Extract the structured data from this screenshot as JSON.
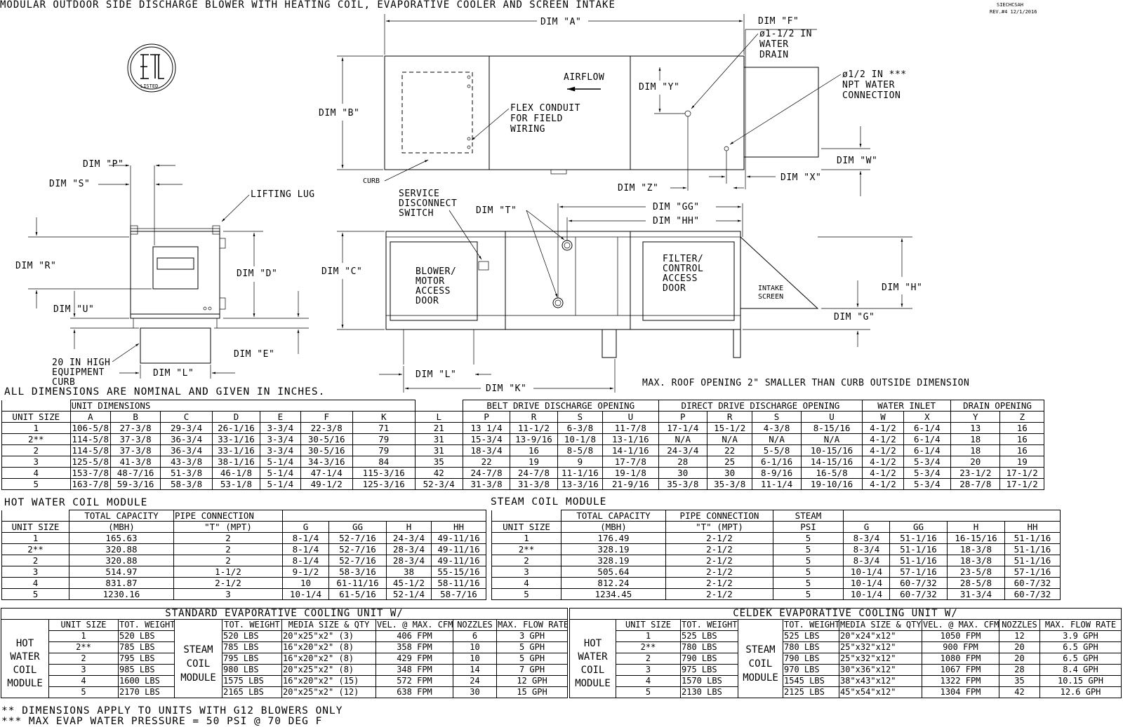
{
  "title": "MODULAR OUTDOOR SIDE DISCHARGE BLOWER WITH HEATING COIL, EVAPORATIVE COOLER AND SCREEN INTAKE",
  "doc_id": "SIECHCSAH",
  "revision": "REV.#4   12/1/2016",
  "listed_mark": "LISTED",
  "drawing_labels": {
    "dim_a": "DIM \"A\"",
    "dim_b": "DIM \"B\"",
    "dim_c": "DIM \"C\"",
    "dim_d": "DIM \"D\"",
    "dim_e": "DIM \"E\"",
    "dim_f": "DIM \"F\"",
    "dim_g": "DIM \"G\"",
    "dim_h": "DIM \"H\"",
    "dim_k": "DIM \"K\"",
    "dim_l": "DIM \"L\"",
    "dim_p": "DIM \"P\"",
    "dim_r": "DIM \"R\"",
    "dim_s": "DIM \"S\"",
    "dim_t": "DIM \"T\"",
    "dim_u": "DIM \"U\"",
    "dim_w": "DIM \"W\"",
    "dim_x": "DIM \"X\"",
    "dim_y": "DIM \"Y\"",
    "dim_z": "DIM \"Z\"",
    "dim_gg": "DIM \"GG\"",
    "dim_hh": "DIM \"HH\"",
    "water_drain": [
      "ø1-1/2 IN",
      "WATER",
      "DRAIN"
    ],
    "npt_water": [
      "ø1/2 IN ***",
      "NPT WATER",
      "CONNECTION"
    ],
    "airflow": "AIRFLOW",
    "flex_conduit": [
      "FLEX CONDUIT",
      "FOR FIELD",
      "WIRING"
    ],
    "curb": "CURB",
    "lifting_lug": "LIFTING LUG",
    "service_disconnect": [
      "SERVICE",
      "DISCONNECT",
      "SWITCH"
    ],
    "blower_door": [
      "BLOWER/",
      "MOTOR",
      "ACCESS",
      "DOOR"
    ],
    "filter_door": [
      "FILTER/",
      "CONTROL",
      "ACCESS",
      "DOOR"
    ],
    "intake_screen": [
      "INTAKE",
      "SCREEN"
    ],
    "equipment_curb": [
      "20 IN HIGH",
      "EQUIPMENT",
      "CURB"
    ],
    "roof_opening": "MAX. ROOF OPENING 2\" SMALLER THAN CURB OUTSIDE DIMENSION"
  },
  "dimensions_note": "ALL DIMENSIONS ARE NOMINAL AND GIVEN IN INCHES.",
  "dim_table": {
    "group_headers": [
      "UNIT DIMENSIONS",
      "BELT DRIVE DISCHARGE OPENING",
      "DIRECT DRIVE DISCHARGE OPENING",
      "WATER INLET",
      "DRAIN OPENING"
    ],
    "columns": [
      "UNIT SIZE",
      "A",
      "B",
      "C",
      "D",
      "E",
      "F",
      "K",
      "L",
      "P",
      "R",
      "S",
      "U",
      "P",
      "R",
      "S",
      "U",
      "W",
      "X",
      "Y",
      "Z"
    ],
    "rows": [
      [
        "1",
        "106-5/8",
        "27-3/8",
        "29-3/4",
        "26-1/16",
        "3-3/4",
        "22-3/8",
        "71",
        "21",
        "13 1/4",
        "11-1/2",
        "6-3/8",
        "11-7/8",
        "17-1/4",
        "15-1/2",
        "4-3/8",
        "8-15/16",
        "4-1/2",
        "6-1/4",
        "13",
        "16"
      ],
      [
        "2**",
        "114-5/8",
        "37-3/8",
        "36-3/4",
        "33-1/16",
        "3-3/4",
        "30-5/16",
        "79",
        "31",
        "15-3/4",
        "13-9/16",
        "10-1/8",
        "13-1/16",
        "N/A",
        "N/A",
        "N/A",
        "N/A",
        "4-1/2",
        "6-1/4",
        "18",
        "16"
      ],
      [
        "2",
        "114-5/8",
        "37-3/8",
        "36-3/4",
        "33-1/16",
        "3-3/4",
        "30-5/16",
        "79",
        "31",
        "18-3/4",
        "16",
        "8-5/8",
        "14-1/16",
        "24-3/4",
        "22",
        "5-5/8",
        "10-15/16",
        "4-1/2",
        "6-1/4",
        "18",
        "16"
      ],
      [
        "3",
        "125-5/8",
        "41-3/8",
        "43-3/8",
        "38-1/16",
        "5-1/4",
        "34-3/16",
        "84",
        "35",
        "22",
        "19",
        "9",
        "17-7/8",
        "28",
        "25",
        "6-1/16",
        "14-15/16",
        "4-1/2",
        "5-3/4",
        "20",
        "19"
      ],
      [
        "4",
        "153-7/8",
        "48-7/16",
        "51-3/8",
        "46-1/8",
        "5-1/4",
        "47-1/4",
        "115-3/16",
        "42",
        "24-7/8",
        "24-7/8",
        "11-1/16",
        "19-1/8",
        "30",
        "30",
        "8-9/16",
        "16-5/8",
        "4-1/2",
        "5-3/4",
        "23-1/2",
        "17-1/2"
      ],
      [
        "5",
        "163-7/8",
        "59-3/16",
        "58-3/8",
        "53-1/8",
        "5-1/4",
        "49-1/2",
        "125-3/16",
        "52-3/4",
        "31-3/8",
        "31-3/8",
        "13-3/16",
        "21-9/16",
        "35-3/8",
        "35-3/8",
        "11-1/4",
        "19-10/16",
        "4-1/2",
        "5-3/4",
        "28-7/8",
        "17-1/2"
      ]
    ]
  },
  "hot_water": {
    "title": "HOT WATER COIL MODULE",
    "h_total": "TOTAL CAPACITY",
    "h_pipe": "PIPE CONNECTION",
    "columns": [
      "UNIT SIZE",
      "(MBH)",
      "\"T\" (MPT)",
      "G",
      "GG",
      "H",
      "HH"
    ],
    "rows": [
      [
        "1",
        "165.63",
        "2",
        "8-1/4",
        "52-7/16",
        "24-3/4",
        "49-11/16"
      ],
      [
        "2**",
        "320.88",
        "2",
        "8-1/4",
        "52-7/16",
        "28-3/4",
        "49-11/16"
      ],
      [
        "2",
        "320.88",
        "2",
        "8-1/4",
        "52-7/16",
        "28-3/4",
        "49-11/16"
      ],
      [
        "3",
        "514.97",
        "1-1/2",
        "9-1/2",
        "58-3/16",
        "38",
        "55-15/16"
      ],
      [
        "4",
        "831.87",
        "2-1/2",
        "10",
        "61-11/16",
        "45-1/2",
        "58-11/16"
      ],
      [
        "5",
        "1230.16",
        "3",
        "10-1/4",
        "61-5/16",
        "52-1/4",
        "58-7/16"
      ]
    ]
  },
  "steam": {
    "title": "STEAM COIL MODULE",
    "h_total": "TOTAL CAPACITY",
    "h_pipe": "PIPE CONNECTION",
    "h_steam": "STEAM",
    "columns": [
      "UNIT SIZE",
      "(MBH)",
      "\"T\" (MPT)",
      "PSI",
      "G",
      "GG",
      "H",
      "HH"
    ],
    "rows": [
      [
        "1",
        "176.49",
        "2-1/2",
        "5",
        "8-3/4",
        "51-1/16",
        "16-15/16",
        "51-1/16"
      ],
      [
        "2**",
        "328.19",
        "2-1/2",
        "5",
        "8-3/4",
        "51-1/16",
        "18-3/8",
        "51-1/16"
      ],
      [
        "2",
        "328.19",
        "2-1/2",
        "5",
        "8-3/4",
        "51-1/16",
        "18-3/8",
        "51-1/16"
      ],
      [
        "3",
        "505.64",
        "2-1/2",
        "5",
        "10-1/4",
        "57-1/16",
        "23-5/8",
        "57-1/16"
      ],
      [
        "4",
        "812.24",
        "2-1/2",
        "5",
        "10-1/4",
        "60-7/32",
        "28-5/8",
        "60-7/32"
      ],
      [
        "5",
        "1234.45",
        "2-1/2",
        "5",
        "10-1/4",
        "60-7/32",
        "31-3/4",
        "60-7/32"
      ]
    ]
  },
  "std_evap": {
    "title": "STANDARD EVAPORATIVE COOLING UNIT W/",
    "columns": [
      "UNIT SIZE",
      "TOT. WEIGHT",
      "TOT. WEIGHT",
      "MEDIA SIZE & QTY",
      "VEL. @ MAX. CFM",
      "NOZZLES",
      "MAX. FLOW RATE"
    ],
    "hot_water_label": [
      "HOT",
      "WATER",
      "COIL",
      "MODULE"
    ],
    "steam_label": [
      "STEAM",
      "COIL",
      "MODULE"
    ],
    "rows": [
      [
        "1",
        "520 LBS",
        "520 LBS",
        "20\"x25\"x2\"  (3)",
        "406 FPM",
        "6",
        "3 GPH"
      ],
      [
        "2**",
        "785 LBS",
        "785 LBS",
        "16\"x20\"x2\"  (8)",
        "358 FPM",
        "10",
        "5 GPH"
      ],
      [
        "2",
        "795 LBS",
        "795 LBS",
        "16\"x20\"x2\"  (8)",
        "429 FPM",
        "10",
        "5 GPH"
      ],
      [
        "3",
        "985 LBS",
        "980 LBS",
        "20\"x25\"x2\"  (8)",
        "348 FPM",
        "14",
        "7 GPH"
      ],
      [
        "4",
        "1600 LBS",
        "1575 LBS",
        "16\"x20\"x2\" (15)",
        "572 FPM",
        "24",
        "12 GPH"
      ],
      [
        "5",
        "2170 LBS",
        "2165 LBS",
        "20\"x25\"x2\" (12)",
        "638 FPM",
        "30",
        "15 GPH"
      ]
    ]
  },
  "celdek_evap": {
    "title": "CELDEK EVAPORATIVE COOLING UNIT W/",
    "columns": [
      "UNIT SIZE",
      "TOT. WEIGHT",
      "TOT. WEIGHT",
      "MEDIA SIZE & QTY",
      "VEL. @ MAX. CFM",
      "NOZZLES",
      "MAX. FLOW RATE"
    ],
    "hot_water_label": [
      "HOT",
      "WATER",
      "COIL",
      "MODULE"
    ],
    "steam_label": [
      "STEAM",
      "COIL",
      "MODULE"
    ],
    "rows": [
      [
        "1",
        "525 LBS",
        "525 LBS",
        "20\"x24\"x12\"",
        "1050 FPM",
        "12",
        "3.9 GPH"
      ],
      [
        "2**",
        "780 LBS",
        "780 LBS",
        "25\"x32\"x12\"",
        "900 FPM",
        "20",
        "6.5 GPH"
      ],
      [
        "2",
        "790 LBS",
        "790 LBS",
        "25\"x32\"x12\"",
        "1080 FPM",
        "20",
        "6.5 GPH"
      ],
      [
        "3",
        "975 LBS",
        "970 LBS",
        "30\"x36\"x12\"",
        "1067 FPM",
        "28",
        "8.4 GPH"
      ],
      [
        "4",
        "1570 LBS",
        "1545 LBS",
        "38\"x43\"x12\"",
        "1322 FPM",
        "35",
        "10.15 GPH"
      ],
      [
        "5",
        "2130 LBS",
        "2125 LBS",
        "45\"x54\"x12\"",
        "1304 FPM",
        "42",
        "12.6 GPH"
      ]
    ]
  },
  "footnotes": [
    "** DIMENSIONS APPLY TO UNITS WITH G12 BLOWERS ONLY",
    "*** MAX EVAP WATER PRESSURE = 50 PSI @ 70 DEG F"
  ]
}
